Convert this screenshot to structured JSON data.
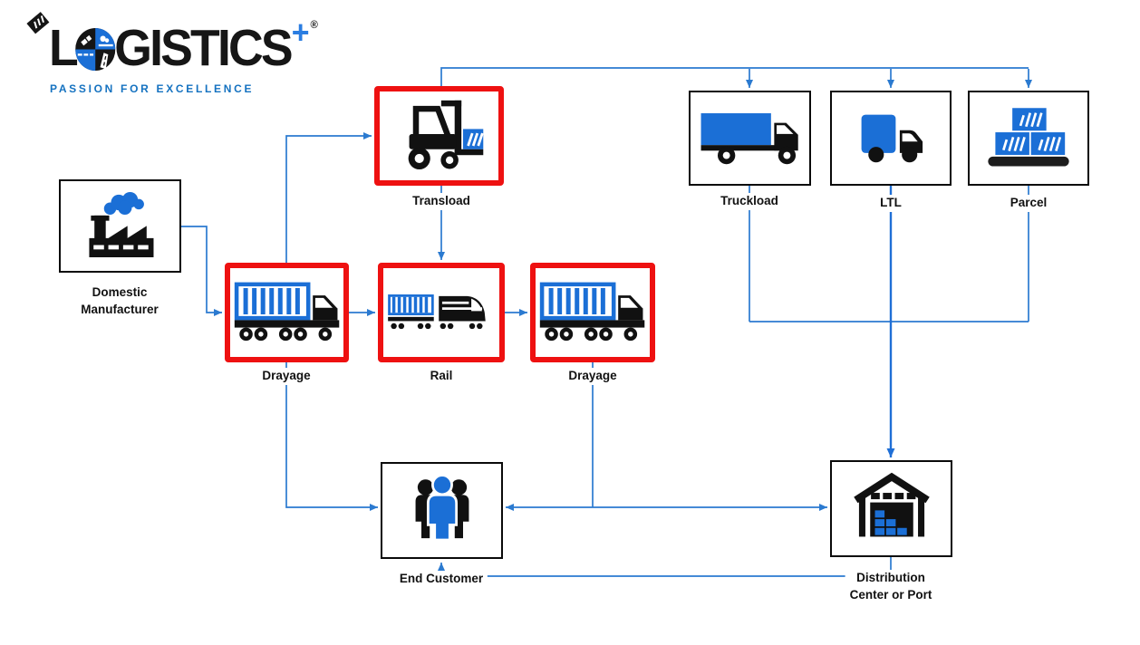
{
  "logo": {
    "l": "L",
    "rest": "GISTICS",
    "plus": "+",
    "reg": "®",
    "tagline": "PASSION FOR EXCELLENCE"
  },
  "nodes": {
    "domestic": {
      "label": "Domestic\nManufacturer",
      "icon": "factory-icon",
      "highlighted": false
    },
    "transload": {
      "label": "Transload",
      "icon": "forklift-icon",
      "highlighted": true
    },
    "drayage1": {
      "label": "Drayage",
      "icon": "container-truck-icon",
      "highlighted": true
    },
    "rail": {
      "label": "Rail",
      "icon": "freight-train-icon",
      "highlighted": true
    },
    "drayage2": {
      "label": "Drayage",
      "icon": "container-truck-icon",
      "highlighted": true
    },
    "truckload": {
      "label": "Truckload",
      "icon": "truck-icon",
      "highlighted": false
    },
    "ltl": {
      "label": "LTL",
      "icon": "delivery-van-icon",
      "highlighted": false
    },
    "parcel": {
      "label": "Parcel",
      "icon": "parcel-pallet-icon",
      "highlighted": false
    },
    "end_customer": {
      "label": "End Customer",
      "icon": "people-icon",
      "highlighted": false
    },
    "distribution": {
      "label": "Distribution\nCenter or Port",
      "icon": "warehouse-icon",
      "highlighted": false
    }
  },
  "edges": [
    {
      "from": "Domestic Manufacturer",
      "to": "Drayage"
    },
    {
      "from": "Drayage",
      "to": "Transload"
    },
    {
      "from": "Drayage",
      "to": "Rail"
    },
    {
      "from": "Transload",
      "to": "Rail"
    },
    {
      "from": "Rail",
      "to": "Drayage"
    },
    {
      "from": "Transload",
      "to": "Truckload"
    },
    {
      "from": "Transload",
      "to": "LTL"
    },
    {
      "from": "Transload",
      "to": "Parcel"
    },
    {
      "from": "Truckload",
      "to": "Distribution Center or Port"
    },
    {
      "from": "LTL",
      "to": "Distribution Center or Port"
    },
    {
      "from": "Parcel",
      "to": "Distribution Center or Port"
    },
    {
      "from": "Drayage",
      "to": "End Customer"
    },
    {
      "from": "Drayage",
      "to": "Distribution Center or Port"
    },
    {
      "from": "Distribution Center or Port",
      "to": "End Customer"
    }
  ],
  "colors": {
    "icon_blue": "#1b6fd6",
    "line_blue": "#2b7ad0",
    "highlight_red": "#ee1111",
    "logo_blue": "#1572c0",
    "black": "#111111"
  }
}
